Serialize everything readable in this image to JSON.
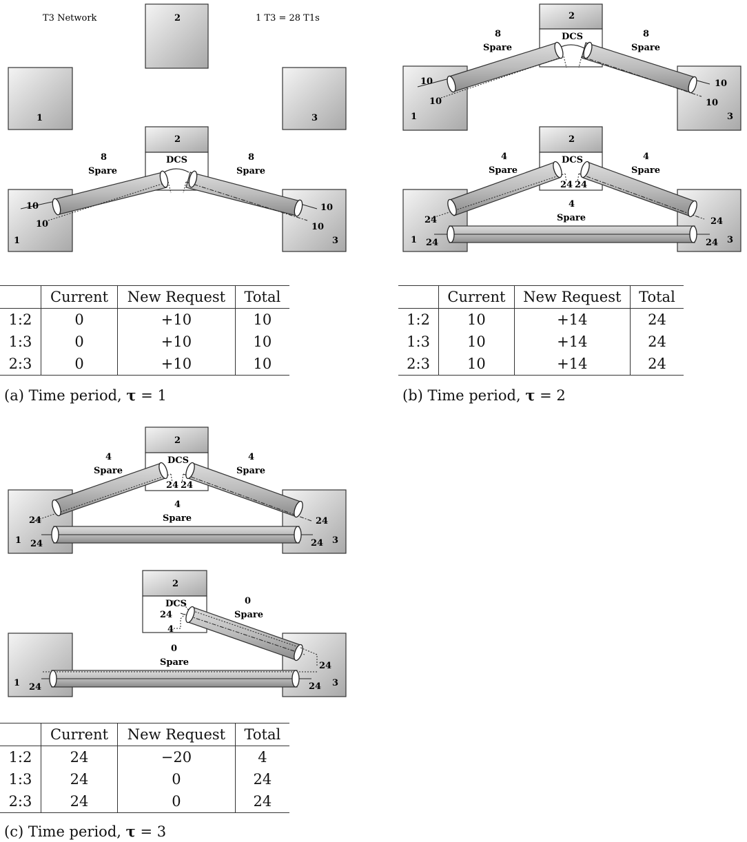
{
  "header": {
    "network_title": "T3 Network",
    "t3_note": "1 T3 = 28 T1s"
  },
  "nodes": {
    "n1": "1",
    "n2": "2",
    "n3": "3"
  },
  "words": {
    "dcs": "DCS",
    "spare": "Spare"
  },
  "diagrams": {
    "a1": {
      "spare_left": "8",
      "spare_right": "8",
      "l_in": "10",
      "l_out": "10",
      "r_in": "10",
      "r_out": "10"
    },
    "b1": {
      "spare_left": "8",
      "spare_right": "8",
      "l_in": "10",
      "l_out": "10",
      "r_in": "10",
      "r_out": "10"
    },
    "b2": {
      "spare_left": "4",
      "spare_right": "4",
      "spare_bottom": "4",
      "l_top": "24",
      "l_bot": "24",
      "r_top": "24",
      "r_bot": "24",
      "dcs_a": "24",
      "dcs_b": "24"
    },
    "c1": {
      "spare_left": "4",
      "spare_right": "4",
      "spare_bottom": "4",
      "l_top": "24",
      "l_bot": "24",
      "r_top": "24",
      "r_bot": "24",
      "dcs_a": "24",
      "dcs_b": "24"
    },
    "c2": {
      "spare_right": "0",
      "spare_bottom": "0",
      "dcs_a": "24",
      "dcs_b": "4",
      "l_bot": "24",
      "r_top": "24",
      "r_bot": "24"
    }
  },
  "tables": {
    "a": {
      "headers": [
        "",
        "Current",
        "New Request",
        "Total"
      ],
      "rows": [
        [
          "1:2",
          "0",
          "+10",
          "10"
        ],
        [
          "1:3",
          "0",
          "+10",
          "10"
        ],
        [
          "2:3",
          "0",
          "+10",
          "10"
        ]
      ]
    },
    "b": {
      "headers": [
        "",
        "Current",
        "New Request",
        "Total"
      ],
      "rows": [
        [
          "1:2",
          "10",
          "+14",
          "24"
        ],
        [
          "1:3",
          "10",
          "+14",
          "24"
        ],
        [
          "2:3",
          "10",
          "+14",
          "24"
        ]
      ]
    },
    "c": {
      "headers": [
        "",
        "Current",
        "New Request",
        "Total"
      ],
      "rows": [
        [
          "1:2",
          "24",
          "−20",
          "4"
        ],
        [
          "1:3",
          "24",
          "0",
          "24"
        ],
        [
          "2:3",
          "24",
          "0",
          "24"
        ]
      ]
    }
  },
  "captions": {
    "a": {
      "prefix": "(a) Time period, ",
      "symbol": "τ",
      "suffix": " = 1"
    },
    "b": {
      "prefix": "(b) Time period, ",
      "symbol": "τ",
      "suffix": " = 2"
    },
    "c": {
      "prefix": "(c) Time period, ",
      "symbol": "τ",
      "suffix": " = 3"
    }
  }
}
